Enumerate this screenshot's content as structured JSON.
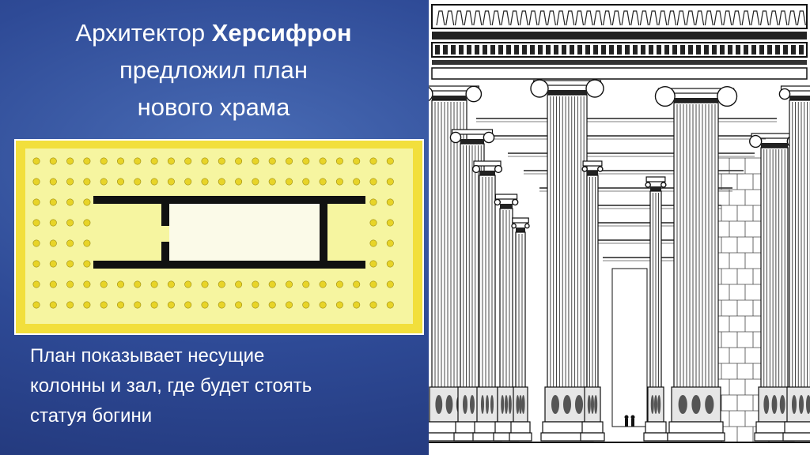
{
  "slide": {
    "title_line1_normal": "Архитектор ",
    "title_line1_bold": "Херсифрон",
    "title_line2": "предложил план",
    "title_line3": "нового храма",
    "caption_line1": "План показывает несущие",
    "caption_line2": "колонны и зал, где будет стоять",
    "caption_line3": "статуя богини"
  },
  "colors": {
    "background": "#2e4a96",
    "plan_fill": "#f6f5a0",
    "plan_border": "#f2df3c",
    "column_dot": "#e8d428",
    "wall": "#111111",
    "text": "#ffffff"
  },
  "plan_image": {
    "icon": "temple-floor-plan-icon"
  },
  "engraving_image": {
    "icon": "ionic-colonnade-engraving-icon"
  }
}
